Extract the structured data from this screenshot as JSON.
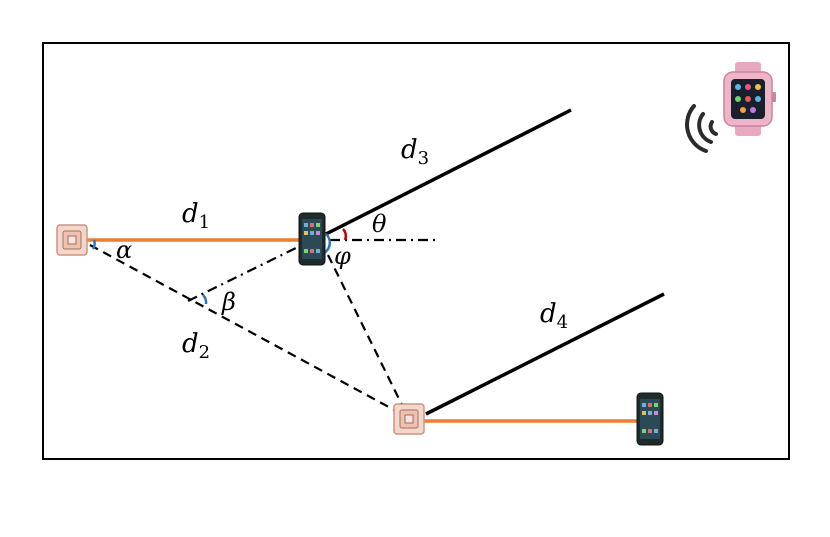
{
  "labels": {
    "d1": {
      "base": "d",
      "sub": "1"
    },
    "d2": {
      "base": "d",
      "sub": "2"
    },
    "d3": {
      "base": "d",
      "sub": "3"
    },
    "d4": {
      "base": "d",
      "sub": "4"
    },
    "alpha": "α",
    "beta": "β",
    "theta": "θ",
    "phi": "φ"
  },
  "colors": {
    "orange_link": "#ED7D31",
    "solid_line": "#000000",
    "dashed_line": "#000000",
    "angle_blue": "#2E75B6",
    "angle_red": "#C00000",
    "frame": "#000000",
    "device_body": "#1f2a2a",
    "watch_pink": "#e8a8c0",
    "anchor_box": "#e8b8a8"
  },
  "icons": {
    "anchor": "signal-anchor-icon",
    "phone": "smartphone-icon",
    "watch": "smartwatch-icon",
    "wifi": "wireless-signal-icon"
  }
}
